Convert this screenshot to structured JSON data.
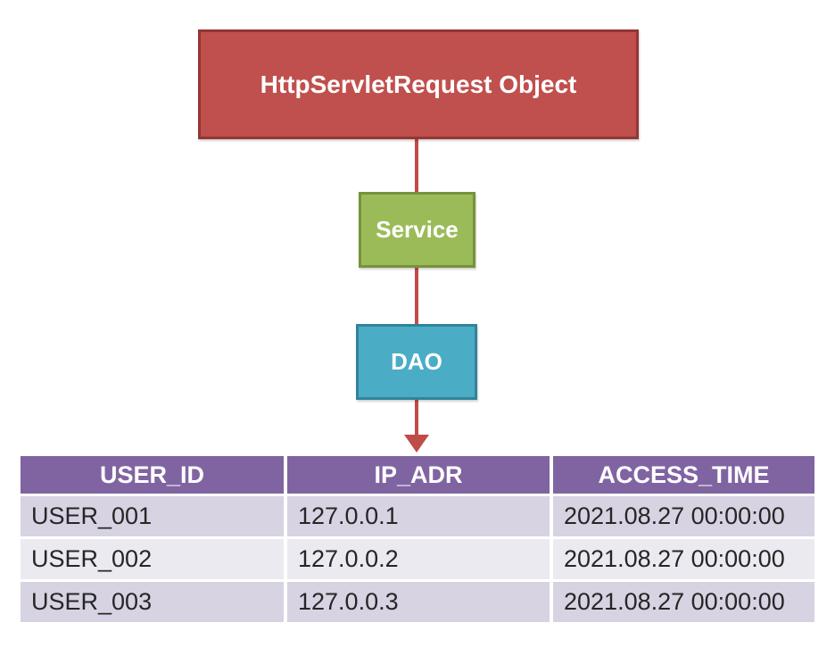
{
  "diagram": {
    "nodes": [
      {
        "id": "http-servlet-request",
        "label": "HttpServletRequest Object",
        "fill": "#c0504d",
        "border": "#943634"
      },
      {
        "id": "service",
        "label": "Service",
        "fill": "#9bbb59",
        "border": "#76923c"
      },
      {
        "id": "dao",
        "label": "DAO",
        "fill": "#4bacc6",
        "border": "#31849b"
      }
    ],
    "connector_color": "#bf4c49",
    "flow": [
      "HttpServletRequest Object",
      "Service",
      "DAO",
      "access-log-table"
    ]
  },
  "table": {
    "header_bg": "#8064a2",
    "header_text_color": "#ffffff",
    "row_colors": [
      "#d7d3e2",
      "#ebeaf1",
      "#d7d3e2"
    ],
    "columns": [
      "USER_ID",
      "IP_ADR",
      "ACCESS_TIME"
    ],
    "rows": [
      [
        "USER_001",
        "127.0.0.1",
        "2021.08.27 00:00:00"
      ],
      [
        "USER_002",
        "127.0.0.2",
        "2021.08.27 00:00:00"
      ],
      [
        "USER_003",
        "127.0.0.3",
        "2021.08.27 00:00:00"
      ]
    ]
  }
}
